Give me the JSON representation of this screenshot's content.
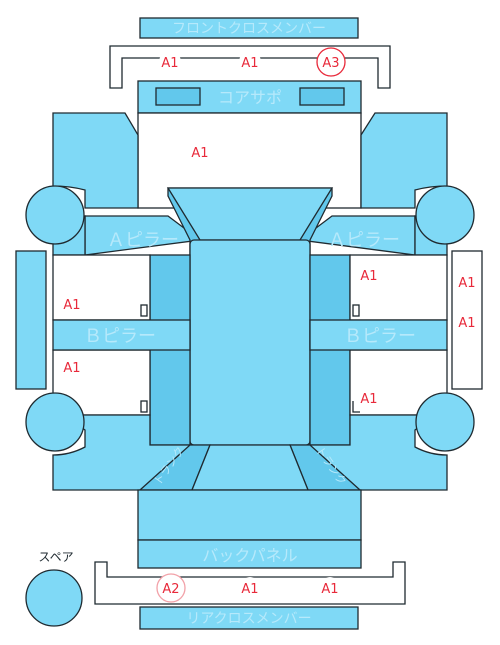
{
  "colors": {
    "panel": "#7fd9f6",
    "panel_dark": "#62c8ec",
    "panel_label": "#b6e9fb",
    "outline": "#1f2a30",
    "grade_text": "#e8293a"
  },
  "parts": {
    "front_cross_member": "フロントクロスメンバー",
    "core_support": "コアサポ",
    "a_pillar_left": "Ａピラー",
    "a_pillar_right": "Ａピラー",
    "b_pillar_left": "Ｂピラー",
    "b_pillar_right": "Ｂピラー",
    "back_panel": "バックパネル",
    "rear_cross_member": "リアクロスメンバー",
    "spare": "スペア",
    "trunk_left": "トランク",
    "trunk_right": "トランク"
  },
  "grades": {
    "front_member_1": "A1",
    "front_member_2": "A1",
    "front_member_3": "A3",
    "engine_room": "A1",
    "left_front_door": "A1",
    "left_rear_door": "A1",
    "right_front_door": "A1",
    "right_rear_door": "A1",
    "right_sill_1": "A1",
    "right_sill_2": "A1",
    "rear_member_1": "A2",
    "rear_member_2": "A1",
    "rear_member_3": "A1"
  }
}
